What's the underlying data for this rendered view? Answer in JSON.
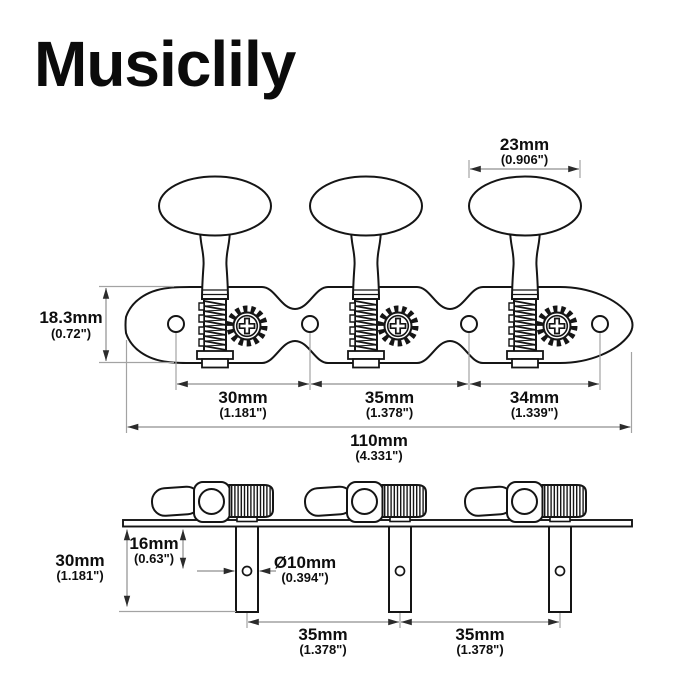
{
  "logo": "Musiclily",
  "front_view": {
    "dim_button_width": {
      "mm": "23mm",
      "inch": "(0.906\")"
    },
    "dim_plate_height": {
      "mm": "18.3mm",
      "inch": "(0.72\")"
    },
    "dim_hole_spacing_1": {
      "mm": "30mm",
      "inch": "(1.181\")"
    },
    "dim_hole_spacing_2": {
      "mm": "35mm",
      "inch": "(1.378\")"
    },
    "dim_hole_spacing_3": {
      "mm": "34mm",
      "inch": "(1.339\")"
    },
    "dim_total_length": {
      "mm": "110mm",
      "inch": "(4.331\")"
    }
  },
  "side_view": {
    "dim_post_length": {
      "mm": "30mm",
      "inch": "(1.181\")"
    },
    "dim_hole_height": {
      "mm": "16mm",
      "inch": "(0.63\")"
    },
    "dim_post_diameter": {
      "mm": "Ø10mm",
      "inch": "(0.394\")"
    },
    "dim_post_spacing_1": {
      "mm": "35mm",
      "inch": "(1.378\")"
    },
    "dim_post_spacing_2": {
      "mm": "35mm",
      "inch": "(1.378\")"
    }
  }
}
